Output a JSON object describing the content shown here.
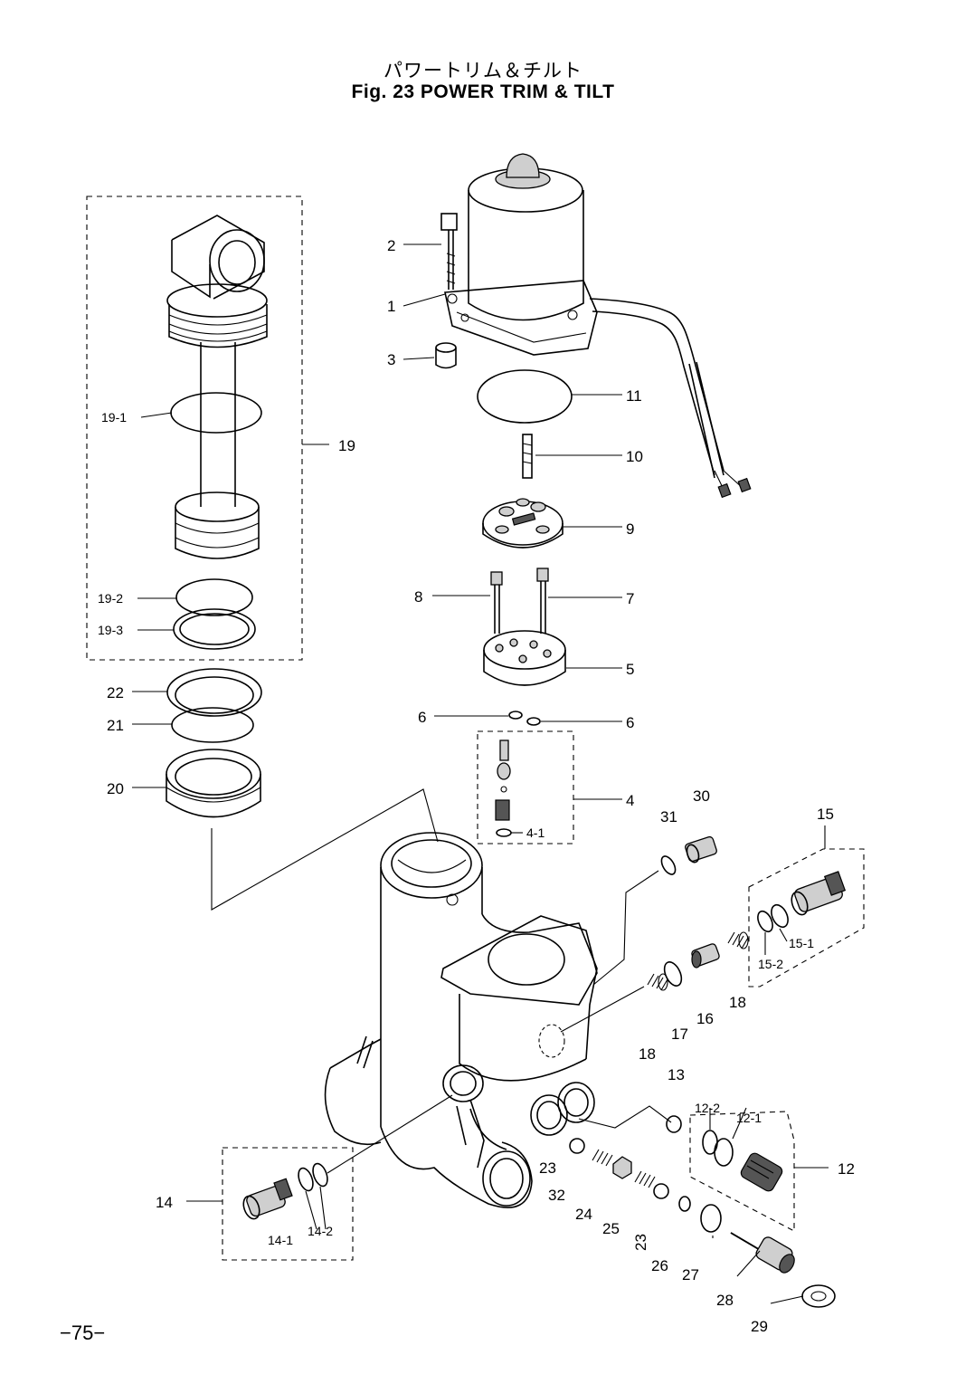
{
  "title_jp": "パワートリム＆チルト",
  "title_en": "Fig. 23   POWER TRIM & TILT",
  "page_number": "−75−",
  "callouts": {
    "c1": "1",
    "c2": "2",
    "c3": "3",
    "c4": "4",
    "c4_1": "4-1",
    "c5": "5",
    "c6a": "6",
    "c6b": "6",
    "c7": "7",
    "c8": "8",
    "c9": "9",
    "c10": "10",
    "c11": "11",
    "c12": "12",
    "c12_1": "12-1",
    "c12_2": "12-2",
    "c13": "13",
    "c14": "14",
    "c14_1": "14-1",
    "c14_2": "14-2",
    "c15": "15",
    "c15_1": "15-1",
    "c15_2": "15-2",
    "c16": "16",
    "c17": "17",
    "c18a": "18",
    "c18b": "18",
    "c19": "19",
    "c19_1": "19-1",
    "c19_2": "19-2",
    "c19_3": "19-3",
    "c20": "20",
    "c21": "21",
    "c22": "22",
    "c23a": "23",
    "c23b": "23",
    "c24": "24",
    "c25": "25",
    "c26": "26",
    "c27": "27",
    "c28": "28",
    "c29": "29",
    "c30": "30",
    "c31": "31",
    "c32": "32"
  }
}
